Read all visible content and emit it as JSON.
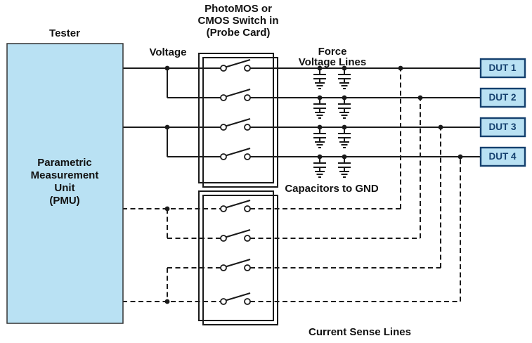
{
  "diagram": {
    "colors": {
      "box_fill": "#b9e1f3",
      "line": "#1a1a1a",
      "dut_border": "#14406e",
      "text": "#111111"
    },
    "tester": {
      "title": "Tester",
      "pmu_lines": [
        "Parametric",
        "Measurement",
        "Unit",
        "(PMU)"
      ]
    },
    "labels": {
      "voltage": "Voltage",
      "switch_box_title": [
        "PhotoMOS or",
        "CMOS Switch in",
        "(Probe Card)"
      ],
      "force_lines": [
        "Force",
        "Voltage Lines"
      ],
      "capacitors": "Capacitors to GND",
      "current_sense": "Current Sense Lines"
    },
    "duts": [
      {
        "label": "DUT 1"
      },
      {
        "label": "DUT 2"
      },
      {
        "label": "DUT 3"
      },
      {
        "label": "DUT 4"
      }
    ]
  }
}
